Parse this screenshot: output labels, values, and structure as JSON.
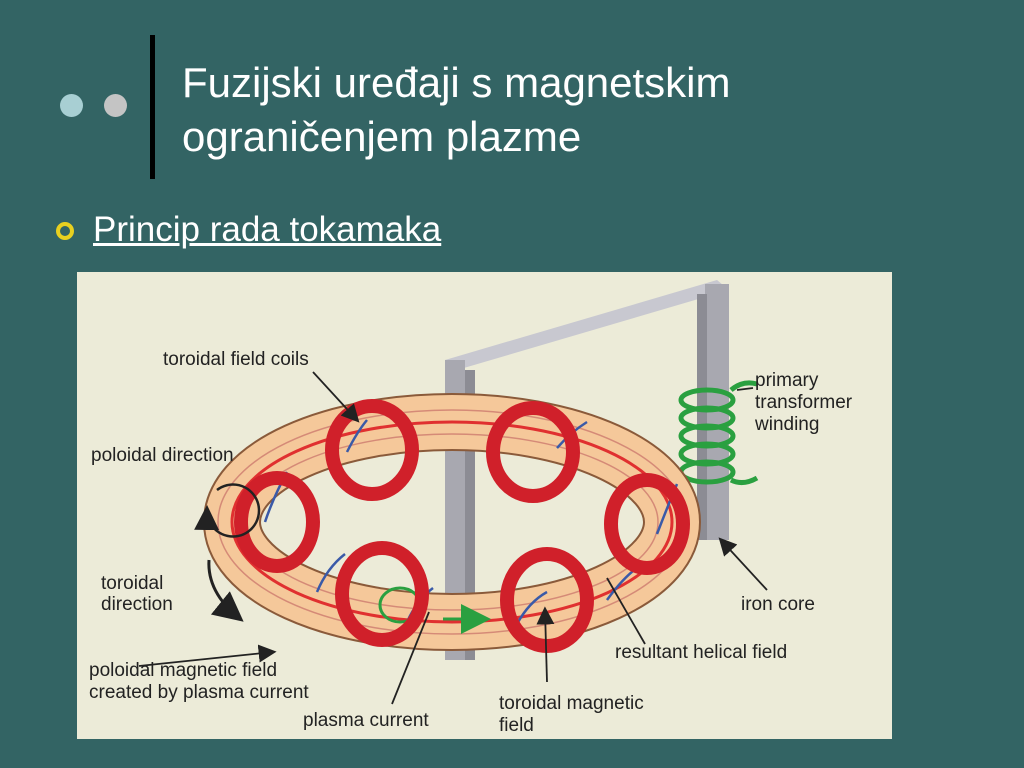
{
  "slide": {
    "title_line1": "Fuzijski uređaji s magnetskim",
    "title_line2": "ograničenjem plazme",
    "bullet": "Princip rada tokamaka",
    "accent_bullet_color": "#e8d020",
    "background_color": "#336464"
  },
  "diagram": {
    "labels": {
      "toroidal_field_coils": "toroidal field coils",
      "poloidal_direction": "poloidal direction",
      "toroidal_direction_1": "toroidal",
      "toroidal_direction_2": "direction",
      "poloidal_field_1": "poloidal magnetic field",
      "poloidal_field_2": "created by plasma current",
      "plasma_current": "plasma current",
      "toroidal_magnetic_1": "toroidal magnetic",
      "toroidal_magnetic_2": "field",
      "resultant_helical": "resultant helical field",
      "iron_core": "iron core",
      "primary_1": "primary",
      "primary_2": "transformer",
      "primary_3": "winding"
    },
    "colors": {
      "coil": "#d0202a",
      "torus": "#f5c89a",
      "helical_line": "#3a5aa8",
      "plasma_line": "#e03030",
      "winding": "#2aa040",
      "iron_core": "#a8a8b0",
      "background": "#ecebd8"
    }
  }
}
